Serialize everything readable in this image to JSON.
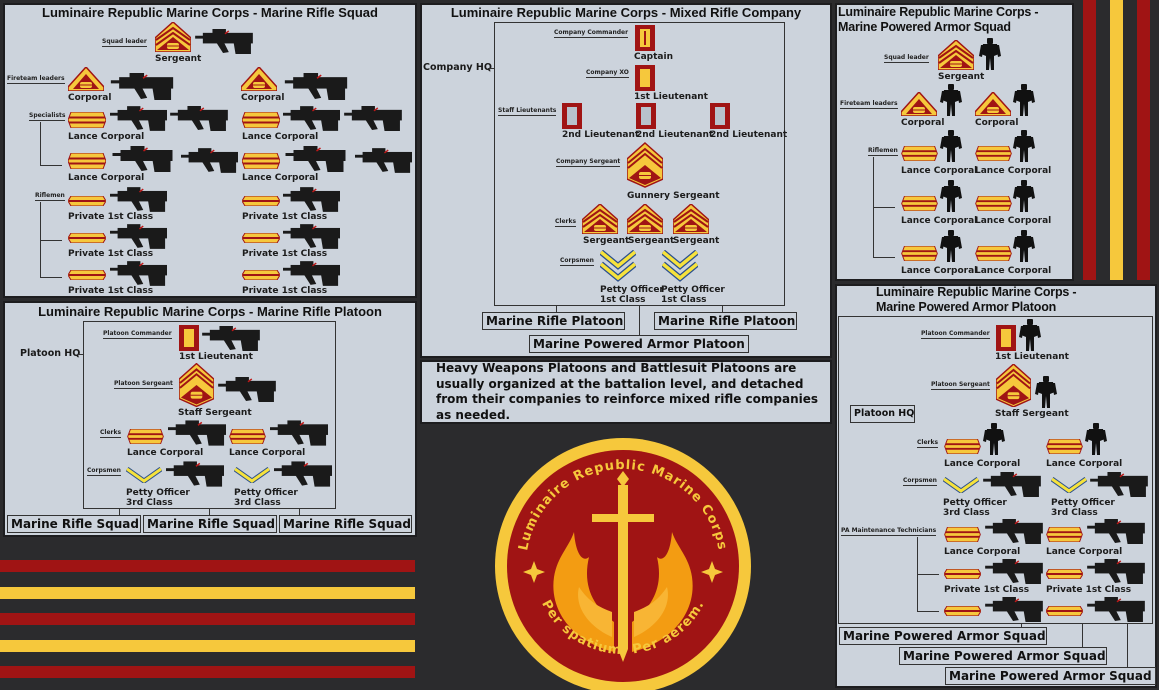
{
  "colors": {
    "background": "#2b2b2d",
    "panel": "#ccd3dc",
    "red": "#a01414",
    "yellow": "#f6c83c",
    "blue": "#2a4f8f",
    "flame": "#f39c12"
  },
  "ranks": {
    "sergeant": "Sergeant",
    "corporal": "Corporal",
    "lance_corporal": "Lance Corporal",
    "pfc": "Private 1st Class",
    "captain": "Captain",
    "first_lt": "1st Lieutenant",
    "second_lt": "2nd Lieutenant",
    "gunnery_sgt": "Gunnery Sergeant",
    "staff_sgt": "Staff Sergeant",
    "po": "Petty Officer",
    "first_class": "1st Class",
    "third_class": "3rd Class"
  },
  "roles": {
    "squad_leader": "Squad leader",
    "fireteam_leaders": "Fireteam leaders",
    "specialists": "Specialists",
    "riflemen": "Riflemen",
    "company_commander": "Company Commander",
    "company_xo": "Company XO",
    "staff_lieutenants": "Staff Lieutenants",
    "company_sergeant": "Company Sergeant",
    "clerks": "Clerks",
    "corpsmen": "Corpsmen",
    "platoon_commander": "Platoon Commander",
    "platoon_sergeant": "Platoon Sergeant",
    "pa_maint": "PA Maintenance Technicians"
  },
  "rifle_squad": {
    "title": "Luminaire Republic Marine Corps - Marine Rifle Squad"
  },
  "company": {
    "title": "Luminaire Republic Marine Corps - Mixed Rifle Company",
    "hq": "Company HQ",
    "sub_units": [
      "Marine Rifle Platoon",
      "Marine Rifle Platoon",
      "Marine Powered Armor Platoon"
    ]
  },
  "pa_squad": {
    "title_line1": "Luminaire Republic Marine Corps -",
    "title_line2": "Marine Powered Armor Squad"
  },
  "rifle_platoon": {
    "title": "Luminaire Republic Marine Corps - Marine Rifle Platoon",
    "hq": "Platoon HQ",
    "sub_units": [
      "Marine Rifle Squad",
      "Marine Rifle Squad",
      "Marine Rifle Squad"
    ]
  },
  "pa_platoon": {
    "title_line1": "Luminaire Republic Marine Corps -",
    "title_line2": "Marine Powered Armor Platoon",
    "hq": "Platoon HQ",
    "sub_units": [
      "Marine Powered Armor Squad",
      "Marine Powered Armor Squad",
      "Marine Powered Armor Squad"
    ]
  },
  "note": "Heavy Weapons Platoons and Battlesuit Platoons are usually organized at the battalion level, and detached from their companies to reinforce mixed rifle companies as needed.",
  "emblem": {
    "ring_text": "Luminaire Republic Marine Corps",
    "motto": "Per spatium. Per aerem."
  }
}
